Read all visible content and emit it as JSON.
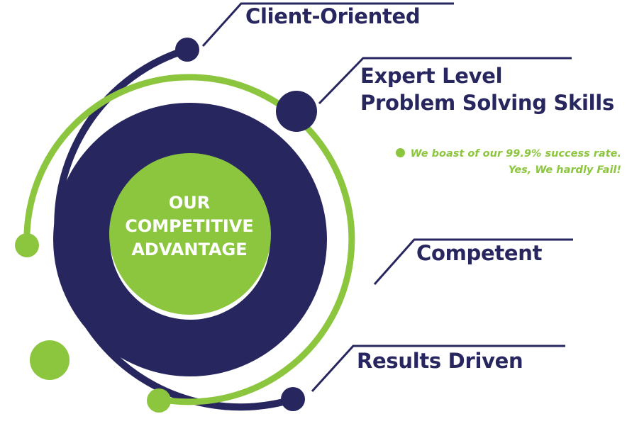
{
  "center": {
    "lines": [
      "OUR",
      "COMPETITIVE",
      "ADVANTAGE"
    ]
  },
  "items": [
    {
      "label": "Client-Oriented"
    },
    {
      "label_lines": [
        "Expert Level",
        "Problem Solving Skills"
      ]
    },
    {
      "label": "Competent"
    },
    {
      "label": "Results Driven"
    }
  ],
  "note": {
    "lines": [
      "We boast of our 99.9% success rate.",
      "Yes, We hardly Fail!"
    ]
  },
  "colors": {
    "navy": "#27265f",
    "green": "#8cc63f"
  }
}
